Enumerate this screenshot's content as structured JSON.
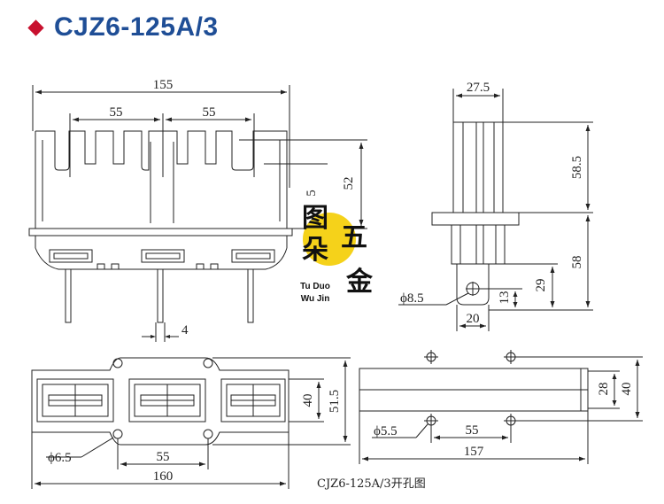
{
  "title": "CJZ6-125A/3",
  "colors": {
    "accent_diamond": "#c8102e",
    "title_blue": "#1f4e96",
    "watermark_yellow": "#f5d21a"
  },
  "front_view": {
    "overall_width": "155",
    "pitch_left": "55",
    "pitch_right": "55",
    "slot_depth": "5",
    "height": "52",
    "pin_width": "4"
  },
  "side_view": {
    "top_width": "27.5",
    "upper_height": "58.5",
    "lower_height": "58",
    "hole_offset": "29",
    "hole_center": "13",
    "tab_width": "20",
    "hole_diameter": "ϕ8.5"
  },
  "bottom_view": {
    "mount_hole": "ϕ6.5",
    "hole_pitch": "55",
    "overall_length": "160",
    "depth_outer": "51.5",
    "depth_inner": "40"
  },
  "cutout_view": {
    "hole_diameter": "ϕ5.5",
    "hole_pitch": "55",
    "length": "157",
    "inner_height": "28",
    "outer_height": "40",
    "caption": "CJZ6-125A/3开孔图"
  },
  "watermark": {
    "chars": [
      "图",
      "五",
      "朵",
      "金"
    ],
    "line1": "Tu Duo",
    "line2": "Wu Jin"
  }
}
